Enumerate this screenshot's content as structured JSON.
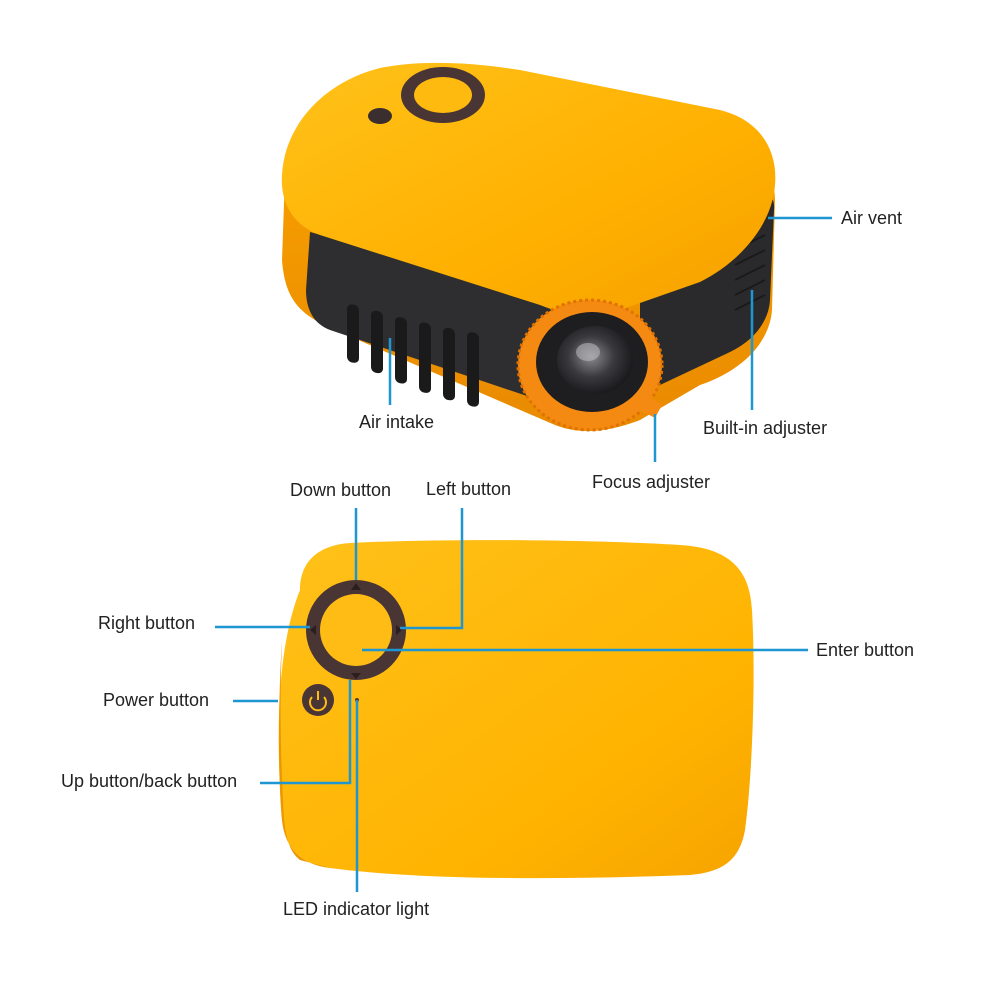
{
  "colors": {
    "body_orange": "#FFB400",
    "body_orange_dark": "#F39A00",
    "lens_ring_orange": "#F58A12",
    "panel_dark": "#2E2E30",
    "button_brown": "#4A3535",
    "leader_line": "#1E96D2",
    "background": "#FFFFFF"
  },
  "top_view": {
    "labels": {
      "air_vent": "Air vent",
      "air_intake": "Air intake",
      "built_in_adjuster": "Built-in adjuster",
      "focus_adjuster": "Focus adjuster"
    }
  },
  "top_panel_view": {
    "labels": {
      "down_button": "Down button",
      "left_button": "Left button",
      "right_button": "Right button",
      "enter_button": "Enter button",
      "power_button": "Power button",
      "up_back_button": "Up button/back button",
      "led_indicator": "LED indicator light"
    }
  },
  "icons": {
    "power": "power-icon",
    "arrow_up": "triangle-up-icon",
    "arrow_down": "triangle-down-icon",
    "arrow_left": "triangle-left-icon",
    "arrow_right": "triangle-right-icon"
  }
}
